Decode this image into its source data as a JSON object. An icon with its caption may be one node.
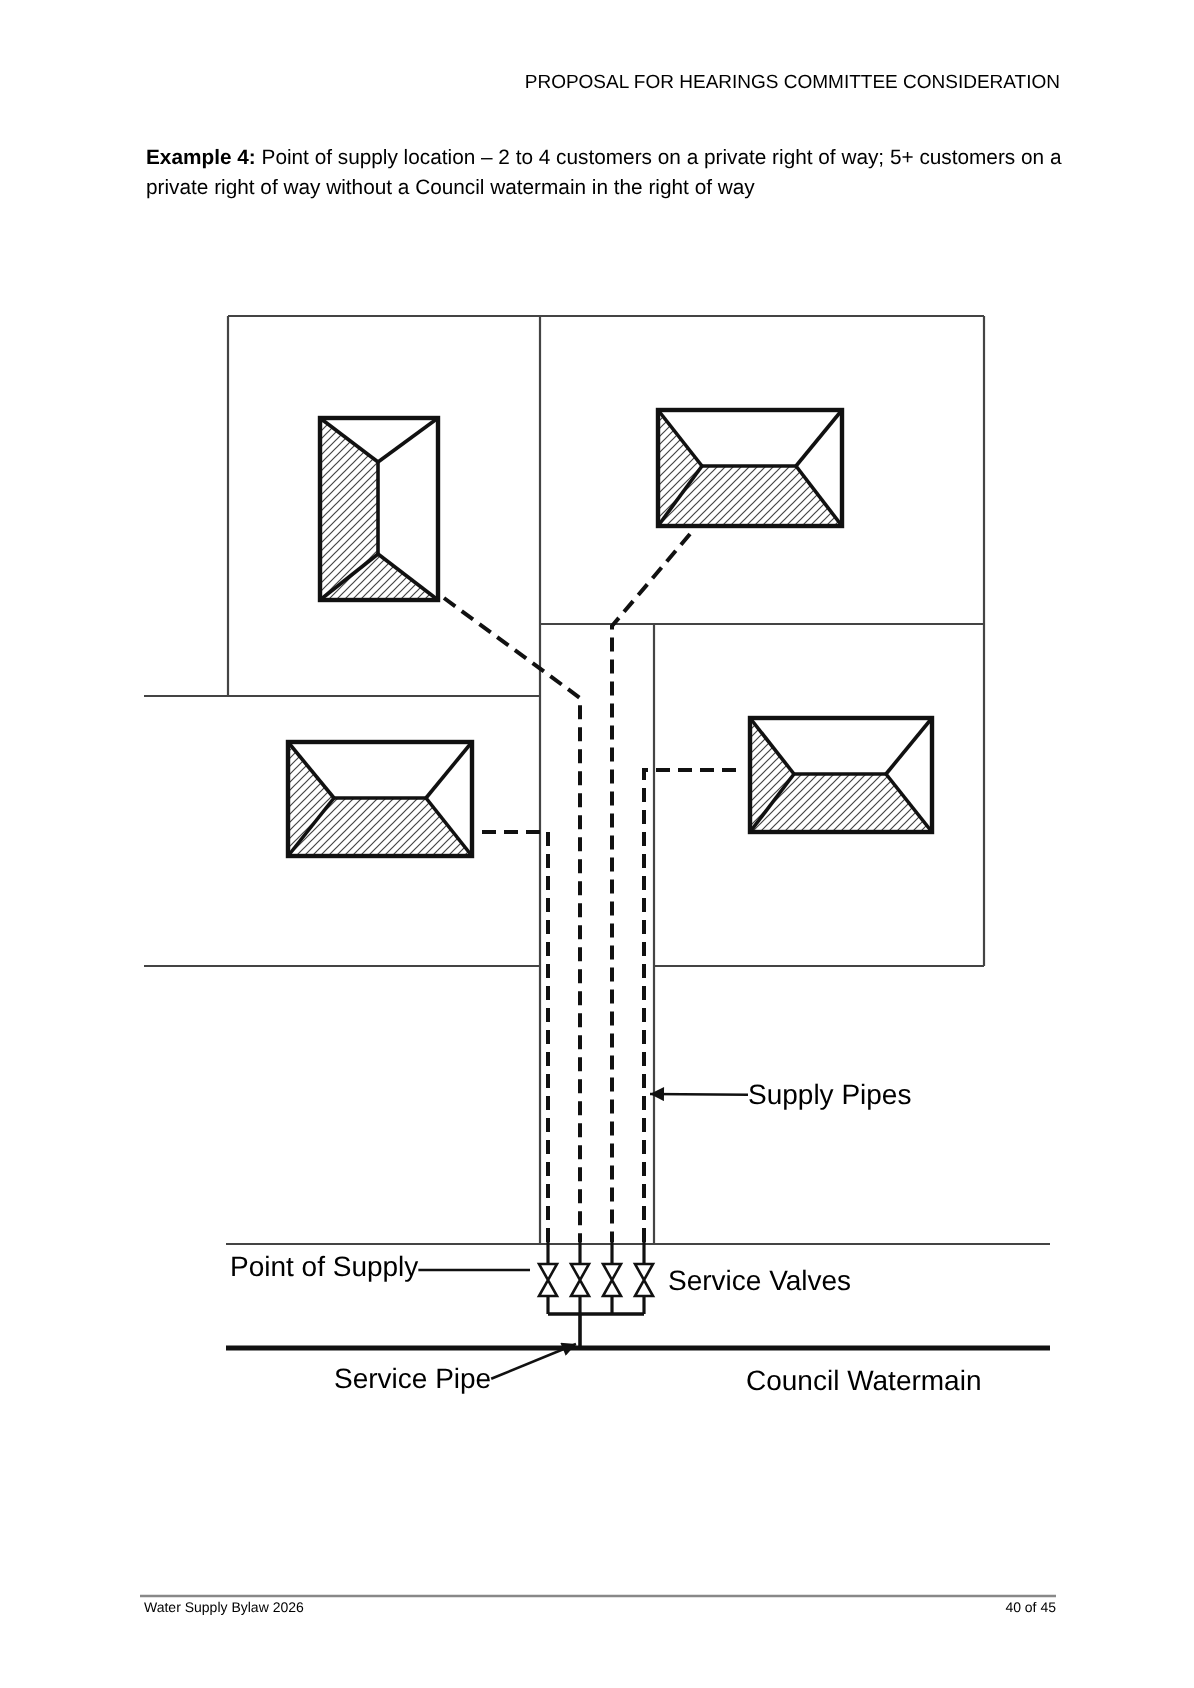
{
  "diagram": {
    "title": "**Example 4:** Point of supply location – 2 to 4 customers on a private right of way; 5+ customers on a private right of way without a Council watermain in the right of way",
    "nodes": [
      {
        "text": [
          "Supply Pipes"
        ]
      },
      {
        "text": [
          "Point of Supply"
        ]
      },
      {
        "text": [
          "Service Pipe"
        ]
      }
    ],
    "edges": [
      {
        "from": 0,
        "to": null,
        "arrow": "to"
      },
      {
        "from": 1,
        "to": null,
        "arrow": "none"
      },
      {
        "from": 2,
        "to": null,
        "arrow": "to"
      }
    ],
    "labels": [
      "PROPOSAL FOR HEARINGS COMMITTEE CONSIDERATION",
      "Service Valves",
      "Council Watermain",
      "Water Supply Bylaw 2026",
      "40 of 45"
    ]
  }
}
